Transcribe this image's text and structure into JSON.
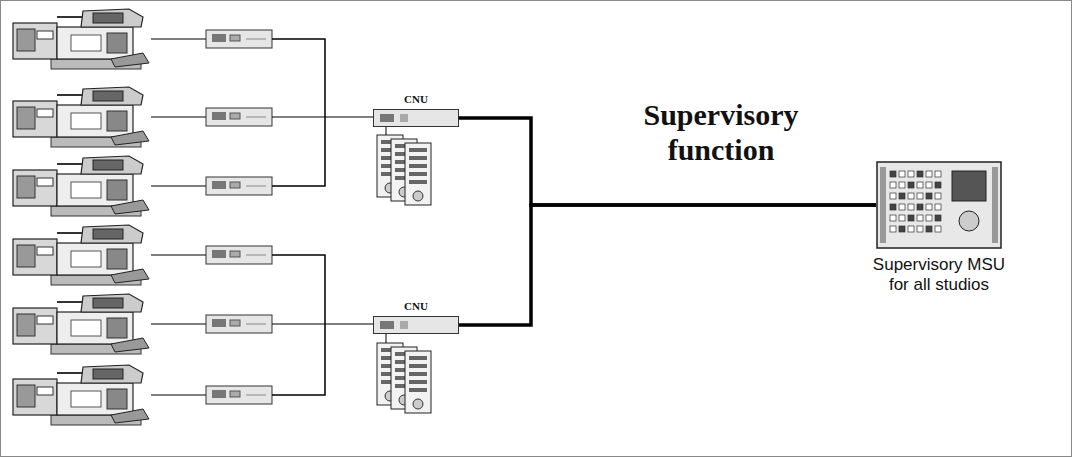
{
  "diagram": {
    "nodes": [
      {
        "text": [
          "CNU"
        ]
      },
      {
        "text": [
          "CNU"
        ]
      },
      {
        "text": [
          "Supervisory MSU for all studios"
        ]
      }
    ],
    "edges": [
      {
        "from": 0,
        "to": 2,
        "arrow": "none"
      },
      {
        "from": 1,
        "to": 2,
        "arrow": "none"
      }
    ],
    "labels": [
      "Supervisory function"
    ]
  }
}
